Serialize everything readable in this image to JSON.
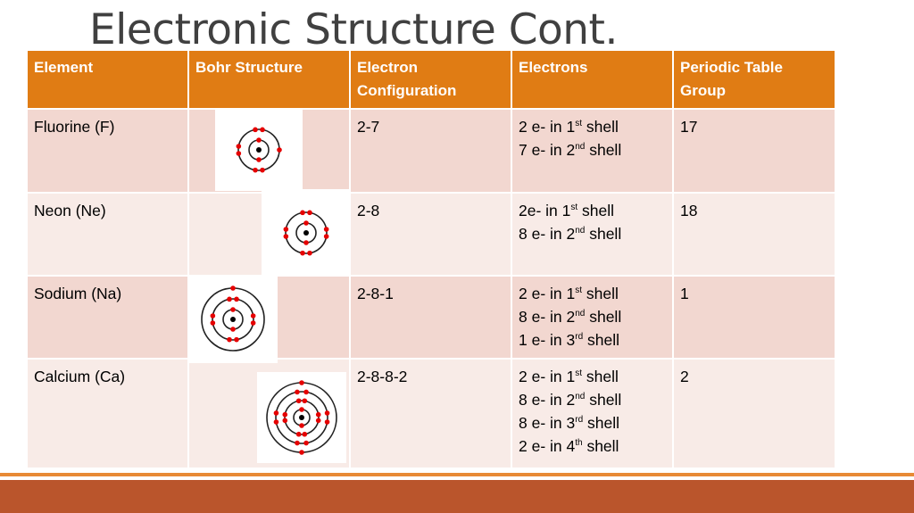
{
  "slide": {
    "title": "Electronic Structure Cont."
  },
  "colors": {
    "header": "#E07C14",
    "row_dark": "#F2D7D0",
    "row_light": "#F8EBE7",
    "footer_band": "#BA552C",
    "footer_line": "#E88A35",
    "electron": "#E60000"
  },
  "table": {
    "headers": [
      "Element",
      "Bohr Structure",
      "Electron Configuration",
      "Electrons",
      "Periodic Table Group"
    ],
    "rows": [
      {
        "element": "Fluorine (F)",
        "configuration": "2-7",
        "shells": [
          {
            "count": "2 e- in 1",
            "ord": "st"
          },
          {
            "count": "7 e- in 2",
            "ord": "nd"
          }
        ],
        "group": "17",
        "bohr_electrons": [
          2,
          7
        ]
      },
      {
        "element": "Neon (Ne)",
        "configuration": "2-8",
        "shells": [
          {
            "count": "2e- in 1",
            "ord": "st"
          },
          {
            "count": "8 e- in 2",
            "ord": "nd"
          }
        ],
        "group": "18",
        "bohr_electrons": [
          2,
          8
        ]
      },
      {
        "element": "Sodium (Na)",
        "configuration": "2-8-1",
        "shells": [
          {
            "count": "2 e- in 1",
            "ord": "st"
          },
          {
            "count": "8 e- in 2",
            "ord": "nd"
          },
          {
            "count": "1 e- in 3",
            "ord": "rd"
          }
        ],
        "group": "1",
        "bohr_electrons": [
          2,
          8,
          1
        ]
      },
      {
        "element": "Calcium (Ca)",
        "configuration": "2-8-8-2",
        "shells": [
          {
            "count": "2 e- in 1",
            "ord": "st"
          },
          {
            "count": "8 e- in 2",
            "ord": "nd"
          },
          {
            "count": "8 e- in 3",
            "ord": "rd"
          },
          {
            "count": "2 e- in 4",
            "ord": "th"
          }
        ],
        "group": "2",
        "bohr_electrons": [
          2,
          8,
          8,
          2
        ]
      }
    ]
  }
}
